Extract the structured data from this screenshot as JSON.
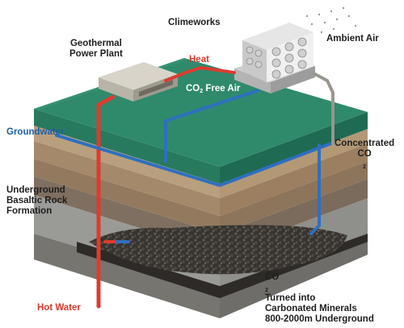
{
  "labels": {
    "climeworks": "Climeworks",
    "ambient_air": "Ambient Air",
    "geothermal_line1": "Geothermal",
    "geothermal_line2": "Power Plant",
    "heat": "Heat",
    "co2_free_air_prefix": "CO",
    "co2_free_air_sub": "2",
    "co2_free_air_suffix": " Free Air",
    "groundwater": "Groundwater",
    "concentrated_line1": "Concentrated",
    "concentrated_co2_prefix": "CO",
    "concentrated_co2_sub": "2",
    "basalt_line1": "Underground",
    "basalt_line2": "Basaltic Rock",
    "basalt_line3": "Formation",
    "minerals_line1_prefix": "CO",
    "minerals_line1_sub": "2",
    "minerals_line1_suffix": " Turned into",
    "minerals_line2": "Carbonated Minerals",
    "minerals_line3": "800-2000m Underground",
    "hot_water": "Hot Water"
  },
  "colors": {
    "grass_top": "#2f8a6b",
    "grass_dark": "#1f6a52",
    "soil_light": "#a78b69",
    "soil_mid": "#8c6e4f",
    "soil_dark": "#6e5a48",
    "rock_grey": "#8a8a86",
    "rock_dark": "#3d3a37",
    "hot_pipe": "#e03a2e",
    "cold_pipe": "#2e6fc0",
    "co2_pipe": "#9a9590"
  }
}
